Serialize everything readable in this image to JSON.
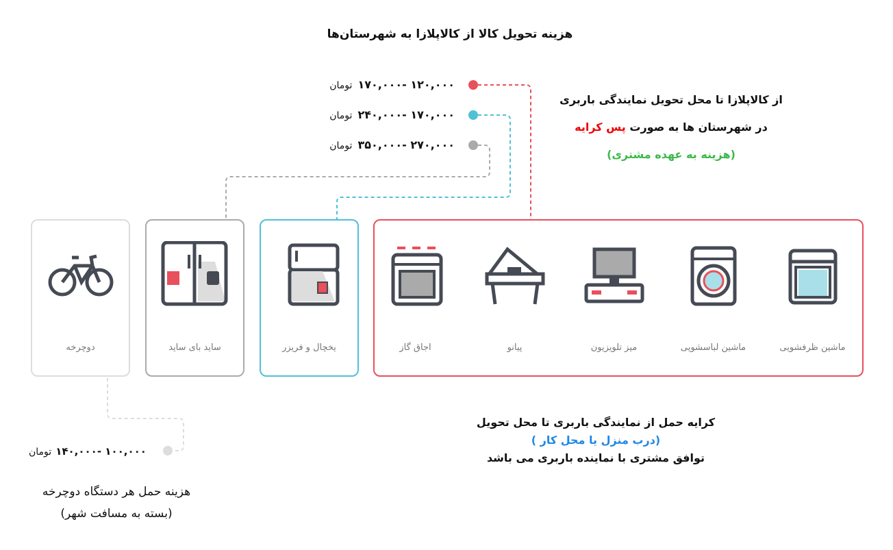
{
  "title": "هزینه تحویل کالا از کالاپلازا به شهرستان‌ها",
  "legend": [
    {
      "range": "۱۲۰,۰۰۰ -۱۷۰,۰۰۰",
      "unit": "تومان",
      "color": "#e8505b"
    },
    {
      "range": "۱۷۰,۰۰۰ -۲۴۰,۰۰۰",
      "unit": "تومان",
      "color": "#4fc1d6"
    },
    {
      "range": "۲۷۰,۰۰۰ -۳۵۰,۰۰۰",
      "unit": "تومان",
      "color": "#aaaaaa"
    }
  ],
  "info": {
    "line1": "از کالاپلازا تا محل تحویل نمایندگی باربری",
    "line2_pre": "در شهرستان ها به صورت",
    "line2_accent": "پس کرایه",
    "line3": "(هزینه به عهده مشتری)"
  },
  "groups": {
    "red": [
      "ماشین ظرفشویی",
      "ماشین لباسشویی",
      "میز تلویزیون",
      "پیانو",
      "اجاق گاز"
    ],
    "teal": "یخچال و فریزر",
    "gray": "ساید بای ساید",
    "light": "دوچرخه"
  },
  "bike": {
    "range": "۱۰۰,۰۰۰ -۱۴۰,۰۰۰",
    "unit": "تومان",
    "note1": "هزینه حمل هر دستگاه دوچرخه",
    "note2": "(بسته به مسافت شهر)"
  },
  "delivery": {
    "line1": "کرایه حمل از نمایندگی باربری تا محل تحویل",
    "line2": "(درب منزل یا محل کار )",
    "line3": "توافق مشتری با نماینده باربری می باشد"
  }
}
